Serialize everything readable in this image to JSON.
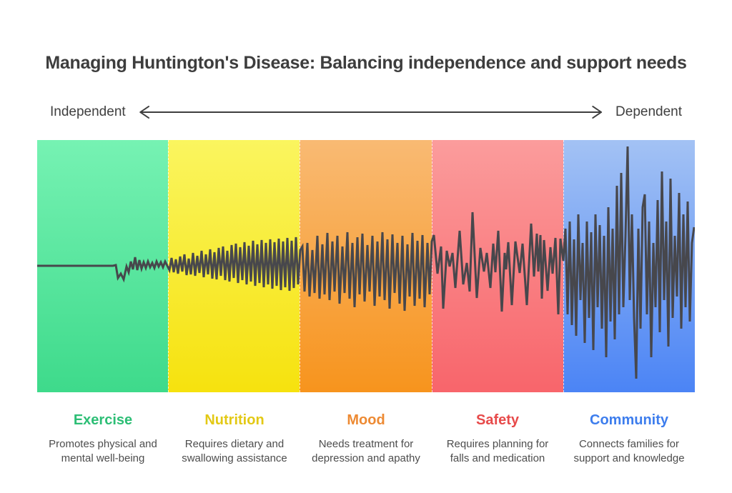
{
  "title": "Managing Huntington's Disease: Balancing independence and support needs",
  "axis": {
    "left_label": "Independent",
    "right_label": "Dependent",
    "arrow_color": "#3f3f3f"
  },
  "stages": [
    {
      "name": "Exercise",
      "description": "Promotes physical and mental well-being",
      "label_color": "#2cbe75",
      "panel_top_color": "#76f2b3",
      "panel_bottom_color": "#3eda8b"
    },
    {
      "name": "Nutrition",
      "description": "Requires dietary and swallowing assistance",
      "label_color": "#e3c915",
      "panel_top_color": "#faf55f",
      "panel_bottom_color": "#f6e20e"
    },
    {
      "name": "Mood",
      "description": "Needs treatment for depression and apathy",
      "label_color": "#ed8a33",
      "panel_top_color": "#f9ba73",
      "panel_bottom_color": "#f7941d"
    },
    {
      "name": "Safety",
      "description": "Requires planning for falls and medication",
      "label_color": "#e74a4a",
      "panel_top_color": "#fb9c9c",
      "panel_bottom_color": "#f8656b"
    },
    {
      "name": "Community",
      "description": "Connects families for support and knowledge",
      "label_color": "#3d7ded",
      "panel_top_color": "#a3c2f4",
      "panel_bottom_color": "#4b84f5"
    }
  ],
  "chart_data": {
    "type": "line",
    "title": "Tremor-style waveform showing increasing amplitude from independence to dependence",
    "categories": [
      "Exercise",
      "Nutrition",
      "Mood",
      "Safety",
      "Community"
    ],
    "x_range": [
      52,
      972
    ],
    "y_baseline": 372,
    "stroke_color": "#47474c",
    "stroke_width": 3,
    "legend": "none",
    "grid": false,
    "points": [
      [
        52,
        372
      ],
      [
        158,
        372
      ],
      [
        162,
        371
      ],
      [
        165,
        389
      ],
      [
        169,
        383
      ],
      [
        173,
        391
      ],
      [
        177,
        373
      ],
      [
        180,
        381
      ],
      [
        183,
        366
      ],
      [
        186,
        377
      ],
      [
        189,
        360
      ],
      [
        192,
        378
      ],
      [
        195,
        364
      ],
      [
        198,
        376
      ],
      [
        201,
        367
      ],
      [
        204,
        375
      ],
      [
        207,
        366
      ],
      [
        210,
        374
      ],
      [
        213,
        368
      ],
      [
        216,
        375
      ],
      [
        219,
        366
      ],
      [
        222,
        373
      ],
      [
        225,
        367
      ],
      [
        228,
        374
      ],
      [
        231,
        366
      ],
      [
        234,
        372
      ],
      [
        237,
        378
      ],
      [
        240,
        361
      ],
      [
        243,
        381
      ],
      [
        246,
        363
      ],
      [
        249,
        383
      ],
      [
        252,
        359
      ],
      [
        255,
        380
      ],
      [
        258,
        356
      ],
      [
        261,
        385
      ],
      [
        264,
        362
      ],
      [
        267,
        384
      ],
      [
        270,
        354
      ],
      [
        273,
        386
      ],
      [
        276,
        358
      ],
      [
        279,
        382
      ],
      [
        282,
        351
      ],
      [
        285,
        388
      ],
      [
        288,
        356
      ],
      [
        291,
        384
      ],
      [
        294,
        349
      ],
      [
        297,
        390
      ],
      [
        300,
        353
      ],
      [
        303,
        391
      ],
      [
        306,
        347
      ],
      [
        309,
        386
      ],
      [
        312,
        345
      ],
      [
        315,
        392
      ],
      [
        318,
        351
      ],
      [
        321,
        394
      ],
      [
        324,
        343
      ],
      [
        327,
        389
      ],
      [
        330,
        341
      ],
      [
        333,
        396
      ],
      [
        336,
        346
      ],
      [
        339,
        392
      ],
      [
        342,
        339
      ],
      [
        345,
        398
      ],
      [
        348,
        344
      ],
      [
        351,
        394
      ],
      [
        354,
        337
      ],
      [
        357,
        400
      ],
      [
        360,
        342
      ],
      [
        363,
        396
      ],
      [
        366,
        336
      ],
      [
        369,
        402
      ],
      [
        372,
        340
      ],
      [
        375,
        398
      ],
      [
        378,
        335
      ],
      [
        381,
        404
      ],
      [
        384,
        339
      ],
      [
        387,
        400
      ],
      [
        390,
        334
      ],
      [
        393,
        406
      ],
      [
        396,
        338
      ],
      [
        399,
        402
      ],
      [
        402,
        333
      ],
      [
        405,
        407
      ],
      [
        408,
        337
      ],
      [
        411,
        403
      ],
      [
        414,
        332
      ],
      [
        417,
        398
      ],
      [
        420,
        350
      ],
      [
        423,
        345
      ],
      [
        426,
        408
      ],
      [
        430,
        340
      ],
      [
        433,
        415
      ],
      [
        437,
        350
      ],
      [
        440,
        410
      ],
      [
        444,
        330
      ],
      [
        447,
        418
      ],
      [
        451,
        342
      ],
      [
        454,
        412
      ],
      [
        458,
        326
      ],
      [
        461,
        420
      ],
      [
        465,
        338
      ],
      [
        468,
        408
      ],
      [
        472,
        330
      ],
      [
        475,
        425
      ],
      [
        479,
        345
      ],
      [
        482,
        410
      ],
      [
        486,
        325
      ],
      [
        489,
        418
      ],
      [
        493,
        340
      ],
      [
        496,
        430
      ],
      [
        500,
        332
      ],
      [
        503,
        412
      ],
      [
        507,
        327
      ],
      [
        510,
        422
      ],
      [
        514,
        343
      ],
      [
        517,
        408
      ],
      [
        521,
        330
      ],
      [
        524,
        428
      ],
      [
        528,
        338
      ],
      [
        531,
        415
      ],
      [
        535,
        325
      ],
      [
        538,
        420
      ],
      [
        542,
        335
      ],
      [
        545,
        432
      ],
      [
        549,
        328
      ],
      [
        552,
        410
      ],
      [
        556,
        340
      ],
      [
        559,
        425
      ],
      [
        563,
        330
      ],
      [
        566,
        435
      ],
      [
        570,
        342
      ],
      [
        573,
        415
      ],
      [
        577,
        326
      ],
      [
        580,
        428
      ],
      [
        584,
        337
      ],
      [
        587,
        418
      ],
      [
        591,
        329
      ],
      [
        594,
        430
      ],
      [
        598,
        340
      ],
      [
        601,
        412
      ],
      [
        604,
        338
      ],
      [
        607,
        329
      ],
      [
        612,
        383
      ],
      [
        617,
        345
      ],
      [
        620,
        432
      ],
      [
        625,
        351
      ],
      [
        629,
        373
      ],
      [
        633,
        354
      ],
      [
        637,
        403
      ],
      [
        643,
        323
      ],
      [
        648,
        398
      ],
      [
        653,
        368
      ],
      [
        657,
        408
      ],
      [
        661,
        297
      ],
      [
        667,
        417
      ],
      [
        672,
        347
      ],
      [
        677,
        380
      ],
      [
        681,
        354
      ],
      [
        686,
        403
      ],
      [
        690,
        341
      ],
      [
        693,
        381
      ],
      [
        697,
        323
      ],
      [
        702,
        436
      ],
      [
        706,
        354
      ],
      [
        708,
        377
      ],
      [
        711,
        339
      ],
      [
        716,
        427
      ],
      [
        721,
        338
      ],
      [
        727,
        382
      ],
      [
        731,
        341
      ],
      [
        737,
        427
      ],
      [
        743,
        313
      ],
      [
        747,
        387
      ],
      [
        751,
        327
      ],
      [
        753,
        380
      ],
      [
        756,
        329
      ],
      [
        758,
        418
      ],
      [
        761,
        336
      ],
      [
        766,
        407
      ],
      [
        770,
        346
      ],
      [
        773,
        383
      ],
      [
        777,
        333
      ],
      [
        781,
        440
      ],
      [
        784,
        334
      ],
      [
        788,
        365
      ],
      [
        791,
        320
      ],
      [
        794,
        440
      ],
      [
        797,
        310
      ],
      [
        800,
        455
      ],
      [
        803,
        335
      ],
      [
        806,
        470
      ],
      [
        809,
        300
      ],
      [
        812,
        420
      ],
      [
        815,
        340
      ],
      [
        818,
        480
      ],
      [
        821,
        310
      ],
      [
        824,
        445
      ],
      [
        827,
        325
      ],
      [
        830,
        490
      ],
      [
        833,
        300
      ],
      [
        836,
        430
      ],
      [
        839,
        315
      ],
      [
        842,
        460
      ],
      [
        845,
        330
      ],
      [
        848,
        500
      ],
      [
        851,
        290
      ],
      [
        854,
        450
      ],
      [
        857,
        320
      ],
      [
        860,
        475
      ],
      [
        863,
        260
      ],
      [
        866,
        440
      ],
      [
        869,
        242
      ],
      [
        872,
        430
      ],
      [
        875,
        330
      ],
      [
        878,
        205
      ],
      [
        881,
        420
      ],
      [
        884,
        300
      ],
      [
        887,
        445
      ],
      [
        890,
        530
      ],
      [
        893,
        320
      ],
      [
        896,
        460
      ],
      [
        899,
        290
      ],
      [
        902,
        272
      ],
      [
        905,
        440
      ],
      [
        908,
        310
      ],
      [
        911,
        500
      ],
      [
        914,
        340
      ],
      [
        917,
        430
      ],
      [
        920,
        280
      ],
      [
        923,
        465
      ],
      [
        926,
        240
      ],
      [
        929,
        420
      ],
      [
        932,
        310
      ],
      [
        935,
        485
      ],
      [
        938,
        250
      ],
      [
        941,
        445
      ],
      [
        944,
        330
      ],
      [
        947,
        415
      ],
      [
        950,
        270
      ],
      [
        953,
        460
      ],
      [
        956,
        300
      ],
      [
        959,
        430
      ],
      [
        962,
        282
      ],
      [
        965,
        450
      ],
      [
        968,
        340
      ],
      [
        971,
        318
      ]
    ]
  }
}
